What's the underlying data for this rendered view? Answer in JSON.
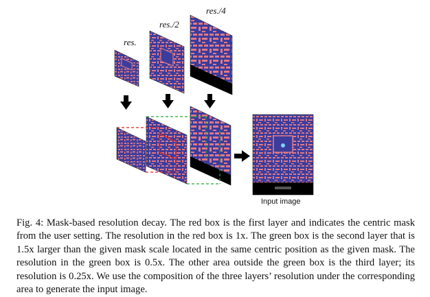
{
  "figure": {
    "top_labels": [
      "res.",
      "res./2",
      "res./4"
    ],
    "output_label": "Input image",
    "colors": {
      "maze_blue": "#3c3c9c",
      "wall_pink": "#e07a86",
      "screen_black": "#000000",
      "red_box": "#e02020",
      "green_box": "#20a830",
      "arrow": "#000000"
    },
    "icons": [
      "down-arrow-icon",
      "down-arrow-icon",
      "down-arrow-icon",
      "right-arrow-icon"
    ]
  },
  "caption": {
    "label": "Fig. 4:",
    "text": "Mask-based resolution decay. The red box is the first layer and indicates the centric mask from the user setting. The resolution in the red box is 1x. The green box is the second layer that is 1.5x larger than the given mask scale located in the same centric position as the given mask. The resolution in the green box is 0.5x. The other area outside the green box is the third layer; its resolution is 0.25x. We use the composition of the three layers’ resolution under the corresponding area to generate the input image."
  }
}
